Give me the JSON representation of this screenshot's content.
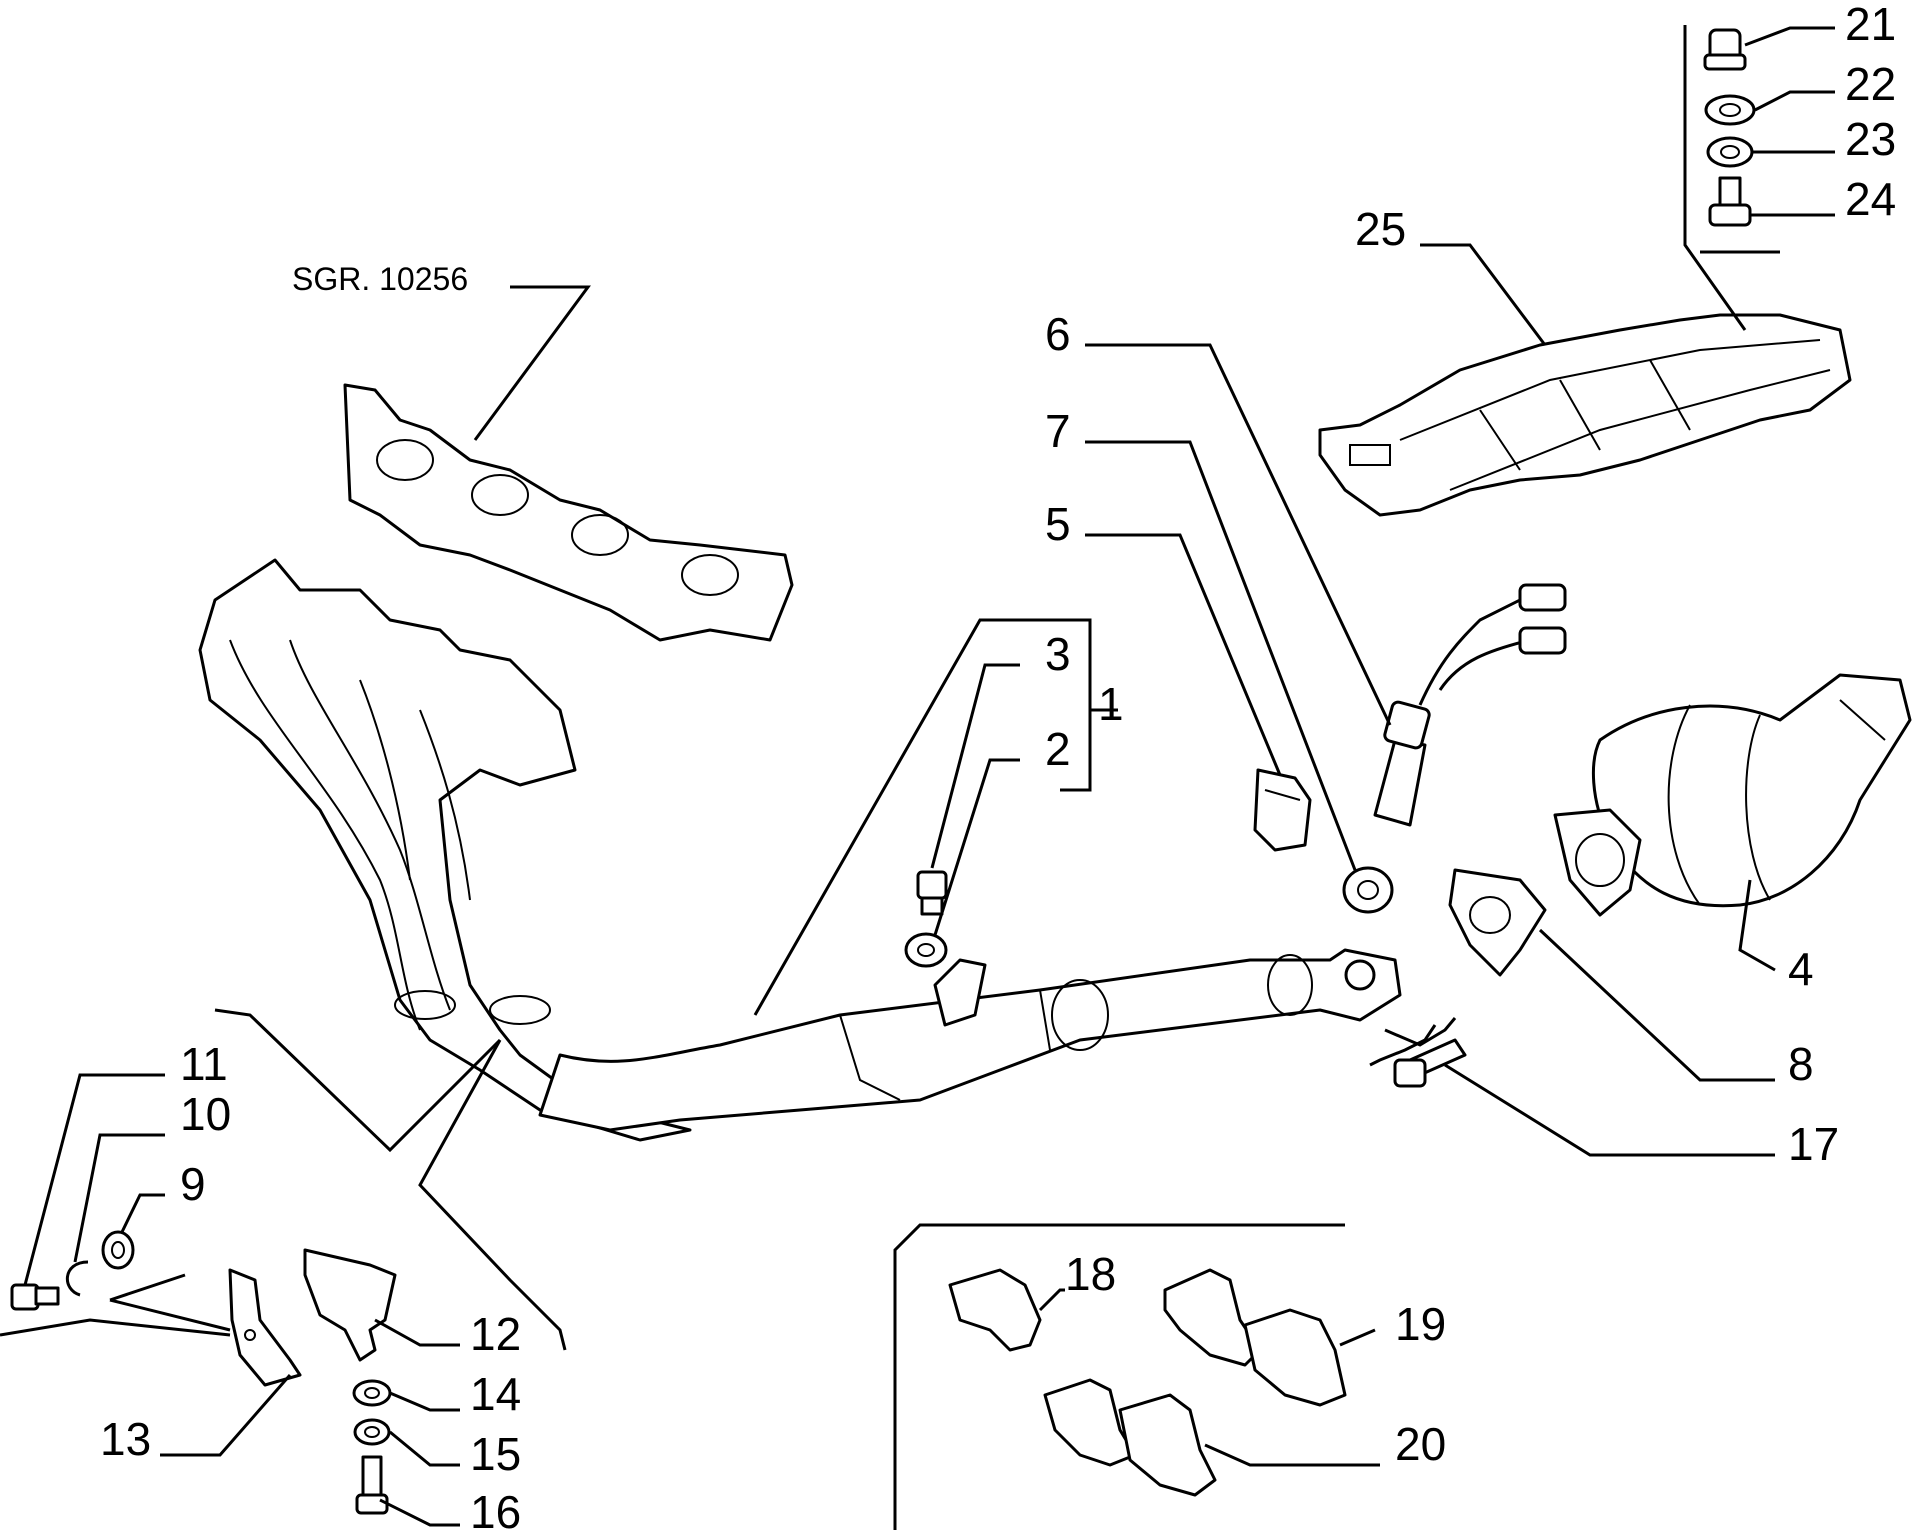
{
  "diagram": {
    "reference_label": "SGR. 10256",
    "callouts": {
      "c1": "1",
      "c2": "2",
      "c3": "3",
      "c4": "4",
      "c5": "5",
      "c6": "6",
      "c7": "7",
      "c8": "8",
      "c9": "9",
      "c10": "10",
      "c11": "11",
      "c12": "12",
      "c13": "13",
      "c14": "14",
      "c15": "15",
      "c16": "16",
      "c17": "17",
      "c18": "18",
      "c19": "19",
      "c20": "20",
      "c21": "21",
      "c22": "22",
      "c23": "23",
      "c24": "24",
      "c25": "25"
    }
  }
}
